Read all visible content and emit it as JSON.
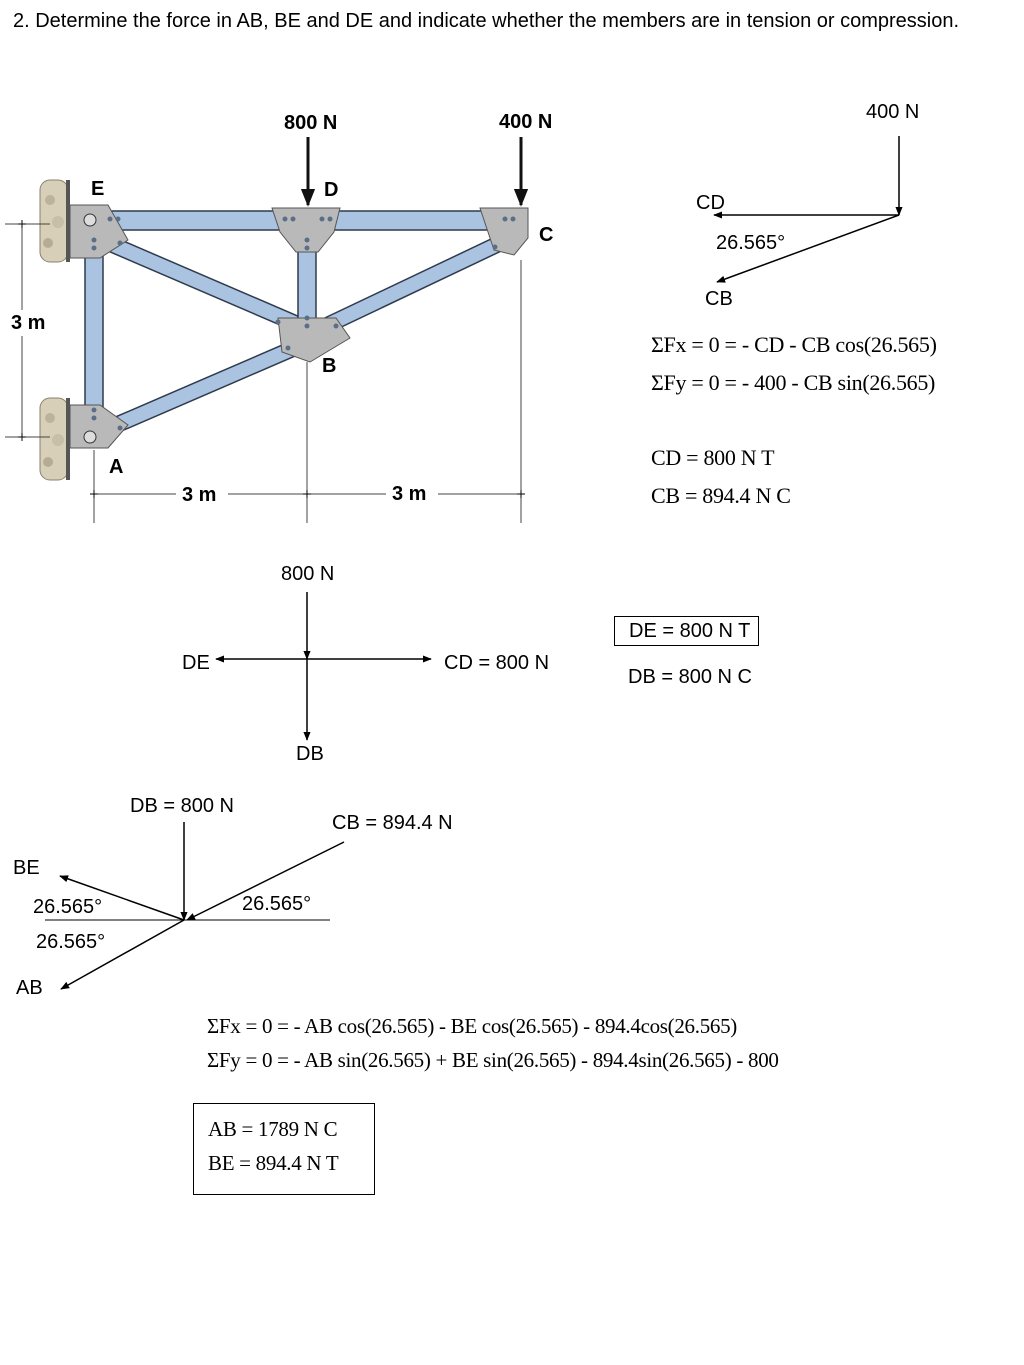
{
  "problem_text": "2. Determine the force in AB, BE and DE and indicate whether the members are in tension or compression.",
  "truss": {
    "load_d": "800 N",
    "load_c": "400 N",
    "node_e": "E",
    "node_d": "D",
    "node_c": "C",
    "node_b": "B",
    "node_a": "A",
    "height": "3 m",
    "span_left": "3 m",
    "span_right": "3 m"
  },
  "fbd_c": {
    "load": "400 N",
    "member_cd": "CD",
    "angle": "26.565°",
    "member_cb": "CB",
    "eq_fx": "ΣFx = 0 = - CD - CB cos(26.565)",
    "eq_fy": "ΣFy = 0 = - 400 - CB sin(26.565)",
    "result_cd": "CD = 800 N T",
    "result_cb": "CB = 894.4 N C"
  },
  "fbd_d": {
    "load": "800 N",
    "member_de": "DE",
    "member_cd": "CD = 800 N",
    "member_db": "DB",
    "result_de": "DE = 800 N T",
    "result_db": "DB = 800 N C"
  },
  "fbd_b": {
    "member_db": "DB = 800 N",
    "member_cb": "CB = 894.4 N",
    "member_be": "BE",
    "angle_be": "26.565°",
    "angle_cb": "26.565°",
    "angle_ab": "26.565°",
    "member_ab": "AB",
    "eq_fx": "ΣFx = 0 = - AB cos(26.565) - BE cos(26.565) - 894.4cos(26.565)",
    "eq_fy": "ΣFy = 0 = - AB sin(26.565) + BE sin(26.565) - 894.4sin(26.565) - 800",
    "result_ab": "AB = 1789 N C",
    "result_be": "BE = 894.4 N T"
  }
}
